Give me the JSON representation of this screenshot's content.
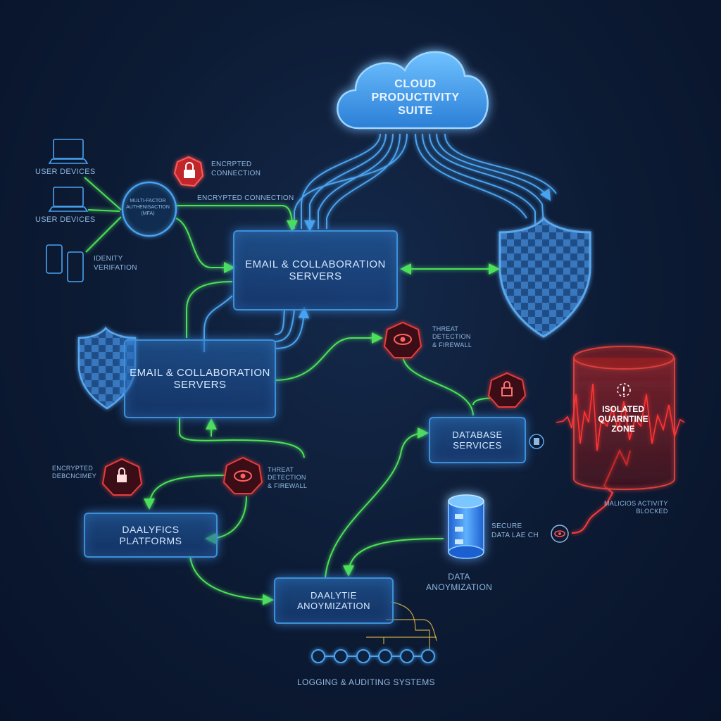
{
  "cloud": {
    "label": "CLOUD\nPRODUCTIVITY\nSUITE"
  },
  "labels": {
    "user_devices_1": "USER DEVICES",
    "user_devices_2": "USER DEVICES",
    "identity": "IDENITY\nVERIFATION",
    "mfa": "MULTI-FACTOR\nAUTHENISACTION\n(MFA)",
    "encrypted_connection_top": "ENCRPTED\nCONNECTION",
    "encrypted_connection_line": "ENCRYPTED CONNECTION",
    "threat_1": "THREAT\nDETECTION\n& FIREWALL",
    "threat_2": "THREAT\nDETECTION\n& FIREWALL",
    "encrypted_left": "ENCRYPTED\nDEBCNCIMEY",
    "secure_data_lake": "SECURE\nDATA LAE CH",
    "data_anonymization": "DATA\nANOYMIZATION",
    "malicious": "MALICIOS ACTIVITY\nBLOCKED",
    "logging": "LOGGING & AUDITING SYSTEMS"
  },
  "boxes": {
    "email_top": "EMAIL & COLLABORATION\nSERVERS",
    "email_left": "EMAIL & COLLABORATION\nSERVERS",
    "database": "DATABASE\nSERVICES",
    "analytics": "DAALYFICS\nPLATFORMS",
    "anonymization": "DAALYTIE\nANOYMIZATION"
  },
  "quarantine": {
    "label": "ISOLATED\nQUARNTINE\nZONE"
  },
  "colors": {
    "blue_line": "#4aa3f0",
    "green_line": "#4ee05a",
    "box_border": "#3d8fd8",
    "red": "#ff3a3a",
    "text": "#8fb8e0"
  }
}
